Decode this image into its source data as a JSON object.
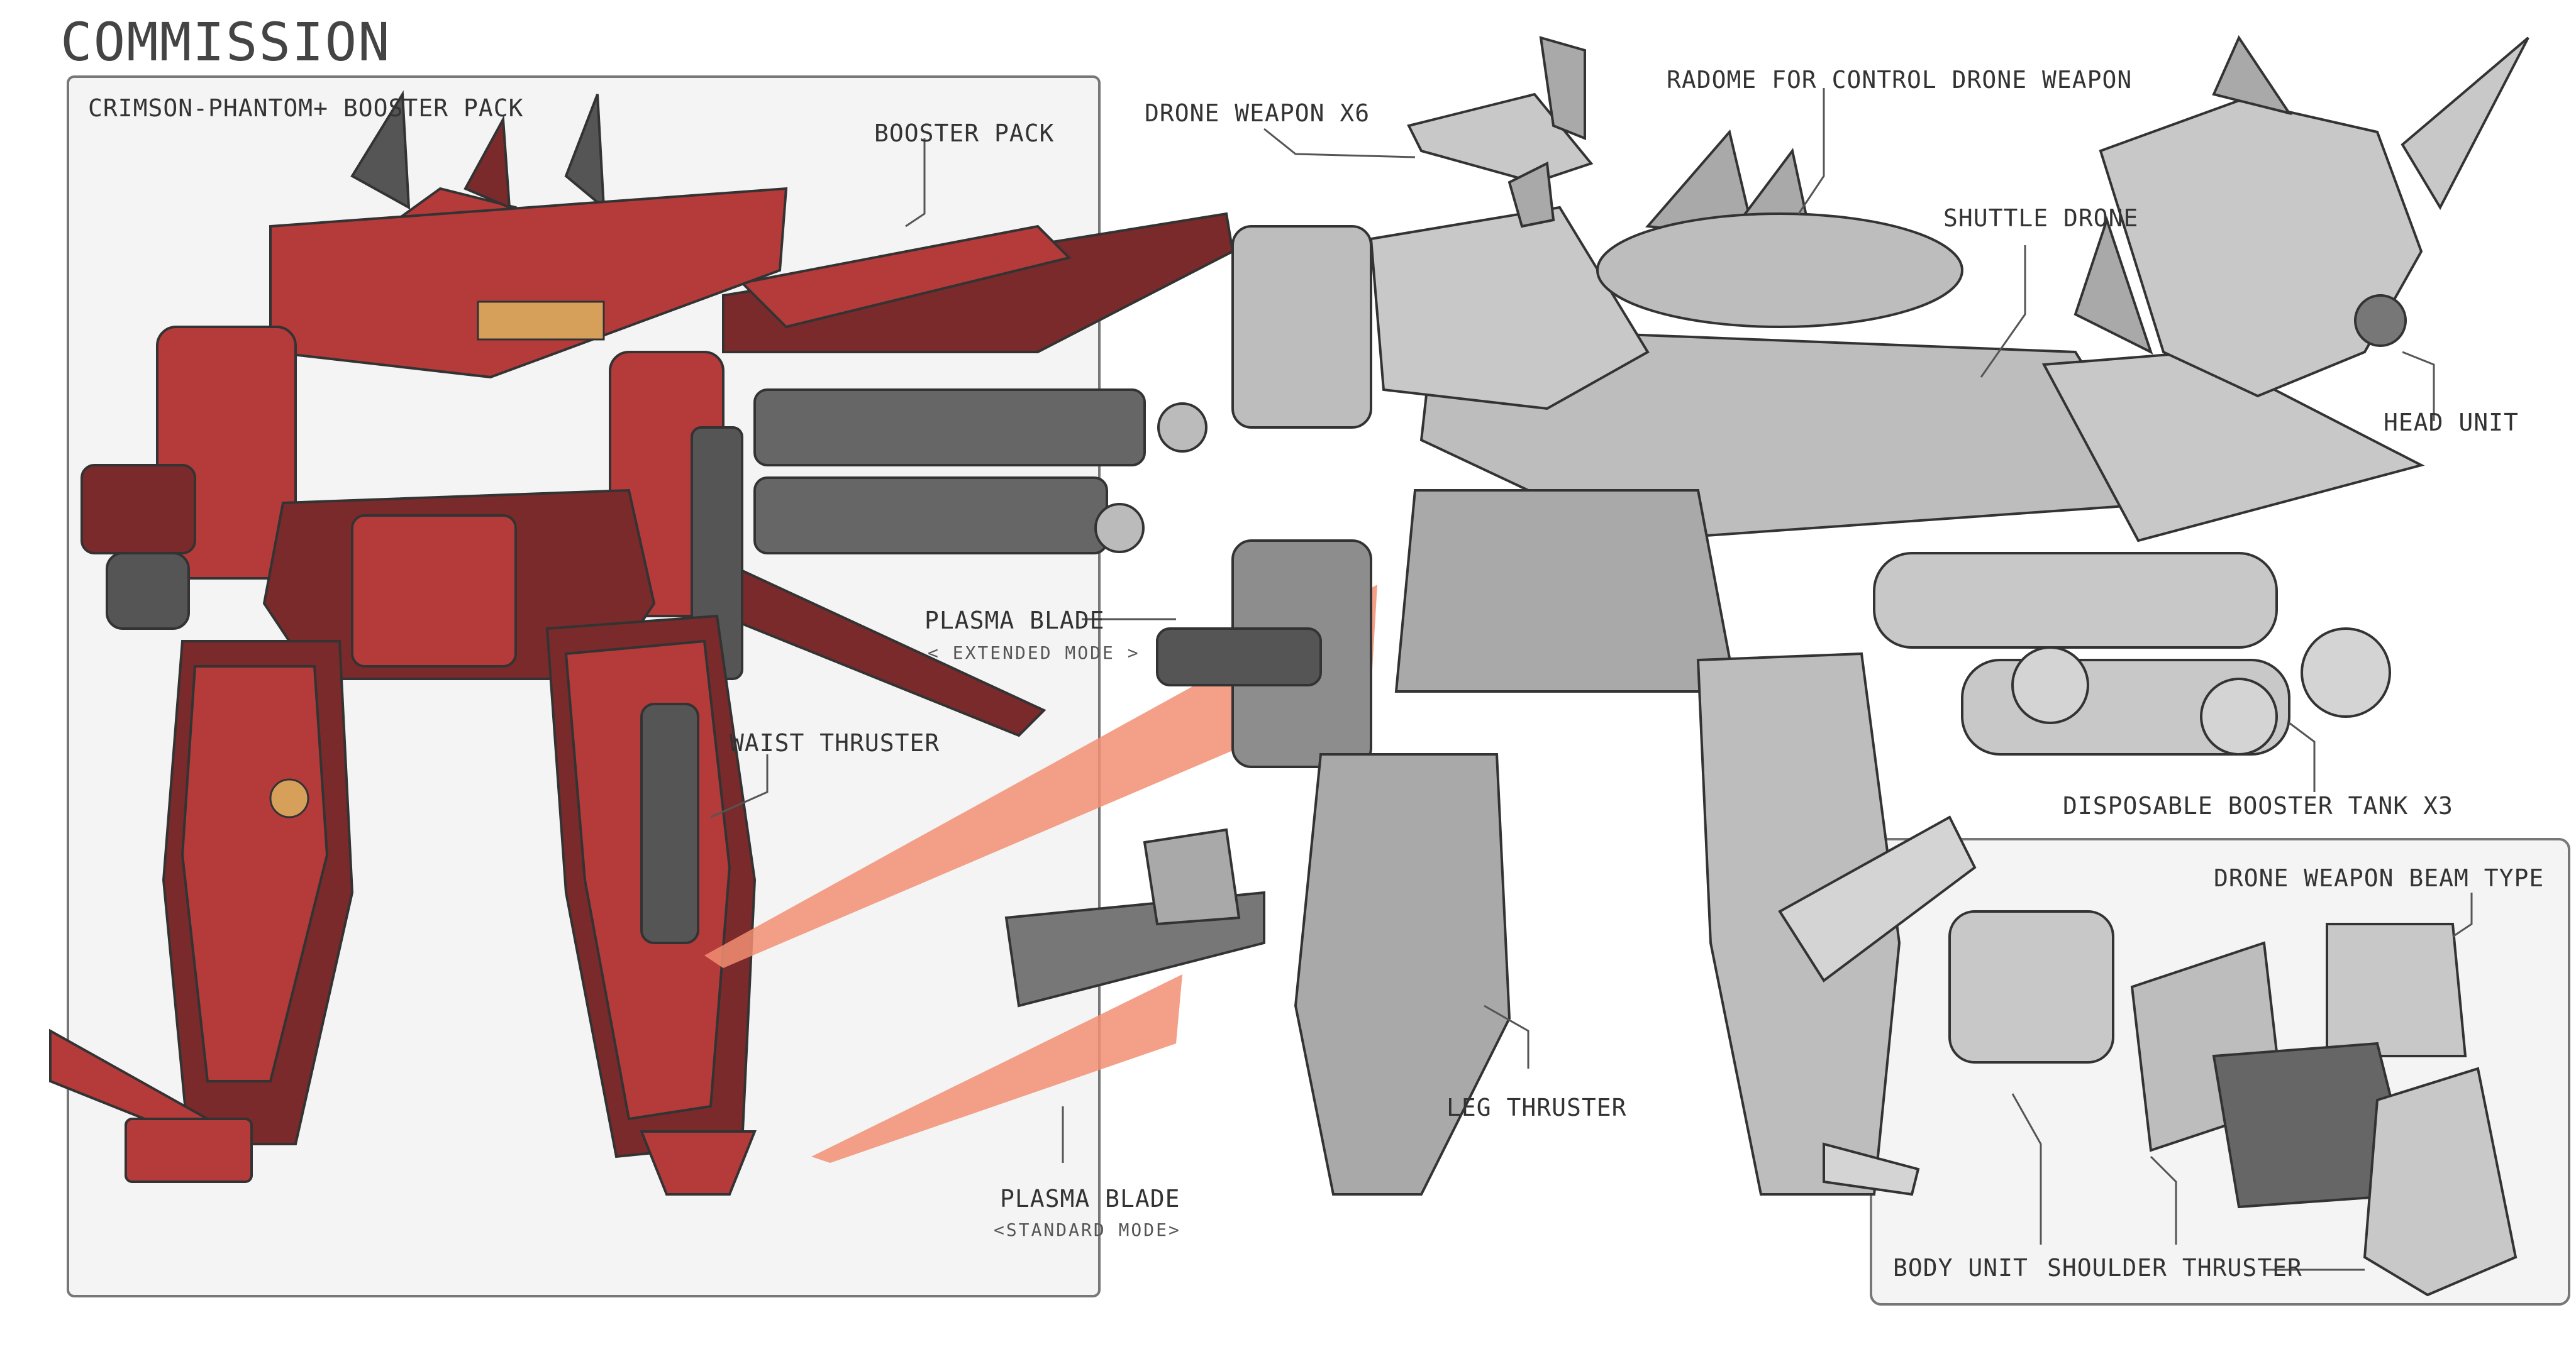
{
  "title": "COMMISSION",
  "panel_left": {
    "title": "CRIMSON-PHANTOM+ BOOSTER PACK"
  },
  "labels": {
    "booster_pack": "BOOSTER PACK",
    "waist_thruster": "WAIST THRUSTER",
    "plasma_blade_ext": "PLASMA BLADE",
    "plasma_blade_ext_mode": "< EXTENDED MODE >",
    "plasma_blade_std": "PLASMA BLADE",
    "plasma_blade_std_mode": "<STANDARD MODE>",
    "drone_weapon": "DRONE WEAPON X6",
    "radome": "RADOME FOR CONTROL DRONE WEAPON",
    "shuttle_drone": "SHUTTLE DRONE",
    "head_unit": "HEAD UNIT",
    "disposable_booster": "DISPOSABLE BOOSTER TANK X3",
    "leg_thruster": "LEG THRUSTER",
    "drone_weapon_beam": "DRONE WEAPON BEAM TYPE",
    "body_unit": "BODY UNIT",
    "shoulder_thruster": "SHOULDER THRUSTER"
  },
  "colors": {
    "red": "#b53a3a",
    "dark_red": "#7a2a2a",
    "gray_dark": "#555555",
    "gray": "#a9a9a9",
    "gray_light": "#d4d4d4",
    "blade": "#f28e72",
    "panel_bg": "#f4f4f4",
    "gold": "#d6a05a"
  }
}
